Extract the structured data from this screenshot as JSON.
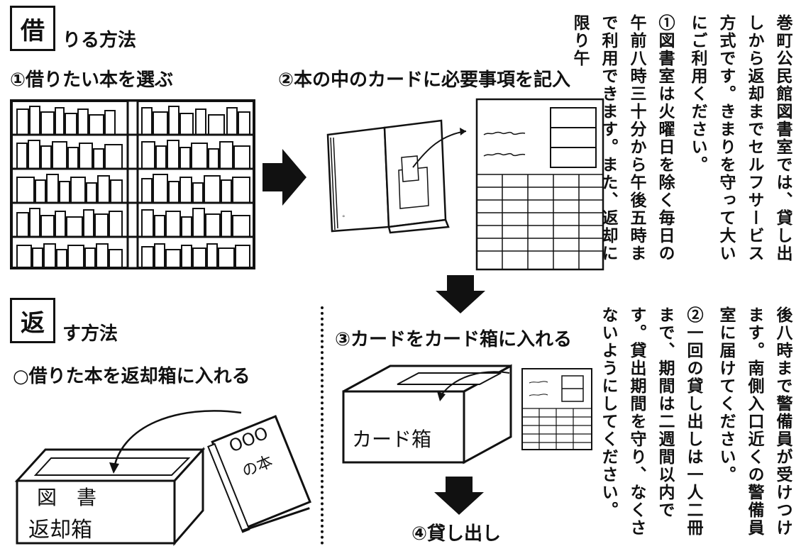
{
  "borrow": {
    "title_kanji": "借",
    "title_rest": "りる方法",
    "step1": "①借りたい本を選ぶ",
    "step2": "②本の中のカードに必要事項を記入",
    "step3": "③カードをカード箱に入れる",
    "step4": "④貸し出し",
    "card_box_label": "カード箱"
  },
  "return": {
    "title_kanji": "返",
    "title_rest": "す方法",
    "instruction": "○借りた本を返却箱に入れる",
    "box_label_line1": "図　書",
    "box_label_line2": "返却箱",
    "book_label_1": "OOO",
    "book_label_2": "の本"
  },
  "notes": {
    "para_intro": "巻町公民館図書室では、貸し出しから返却までセルフサービス方式です。きまりを守って大いにご利用ください。",
    "para1_top": "①図書室は火曜日を除く毎日の午前八時三十分から午後五時まで利用できます。また、返却に限り午",
    "para1_bottom": "後八時まで警備員が受けつけます。南側入口近くの警備員室に届けてください。",
    "para2": "②一回の貸し出しは一人二冊まで、期間は二週間以内です。貸出期間を守り、なくさないようにしてください。"
  }
}
